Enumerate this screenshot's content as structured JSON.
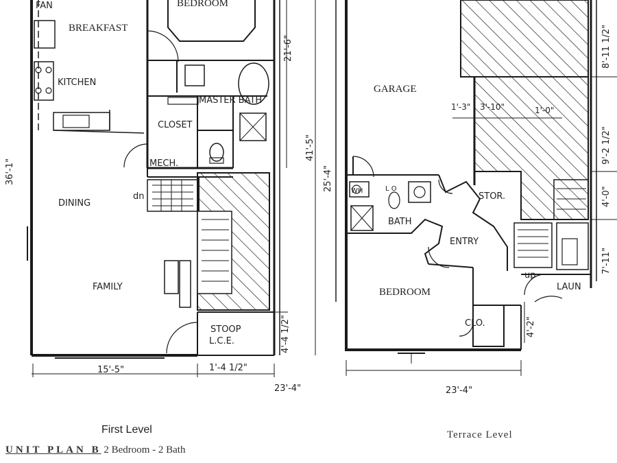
{
  "first_level": {
    "rooms": {
      "bedroom": "BEDROOM",
      "breakfast": "BREAKFAST",
      "fan": "FAN",
      "kitchen": "KITCHEN",
      "master_bath": "MASTER BATH",
      "closet": "CLOSET",
      "mech": "MECH.",
      "dining": "DINING",
      "dn": "dn",
      "family": "FAMILY",
      "stoop": "STOOP",
      "lce": "L.C.E."
    },
    "dims": {
      "d21_6": "21'-6\"",
      "d41_5": "41'-5\"",
      "d36_1": "36'-1\"",
      "d4_4_half": "4'-4 1/2\"",
      "d15_5": "15'-5\"",
      "d1_4_half": "1'-4 1/2\"",
      "d23_4": "23'-4\""
    },
    "caption": "First Level"
  },
  "terrace_level": {
    "rooms": {
      "garage": "GARAGE",
      "stor": "STOR.",
      "wh": "WH",
      "lo": "L O",
      "bath": "BATH",
      "entry": "ENTRY",
      "bedroom": "BEDROOM",
      "up": "up",
      "laun": "LAUN",
      "clo": "CLO."
    },
    "dims": {
      "d1_3": "1'-3\"",
      "d3_10": "3'-10\"",
      "d1_0": "1'-0\"",
      "d8_11_half": "8'-11 1/2\"",
      "d9_2_half": "9'-2 1/2\"",
      "d4_0": "4'-0\"",
      "d7_11": "7'-11\"",
      "d25_4": "25'-4\"",
      "d4_2": "4'-2\"",
      "d23_4": "23'-4\""
    },
    "caption": "Terrace Level"
  },
  "plan_title": {
    "name": "UNIT PLAN B",
    "desc": "2 Bedroom - 2 Bath"
  }
}
